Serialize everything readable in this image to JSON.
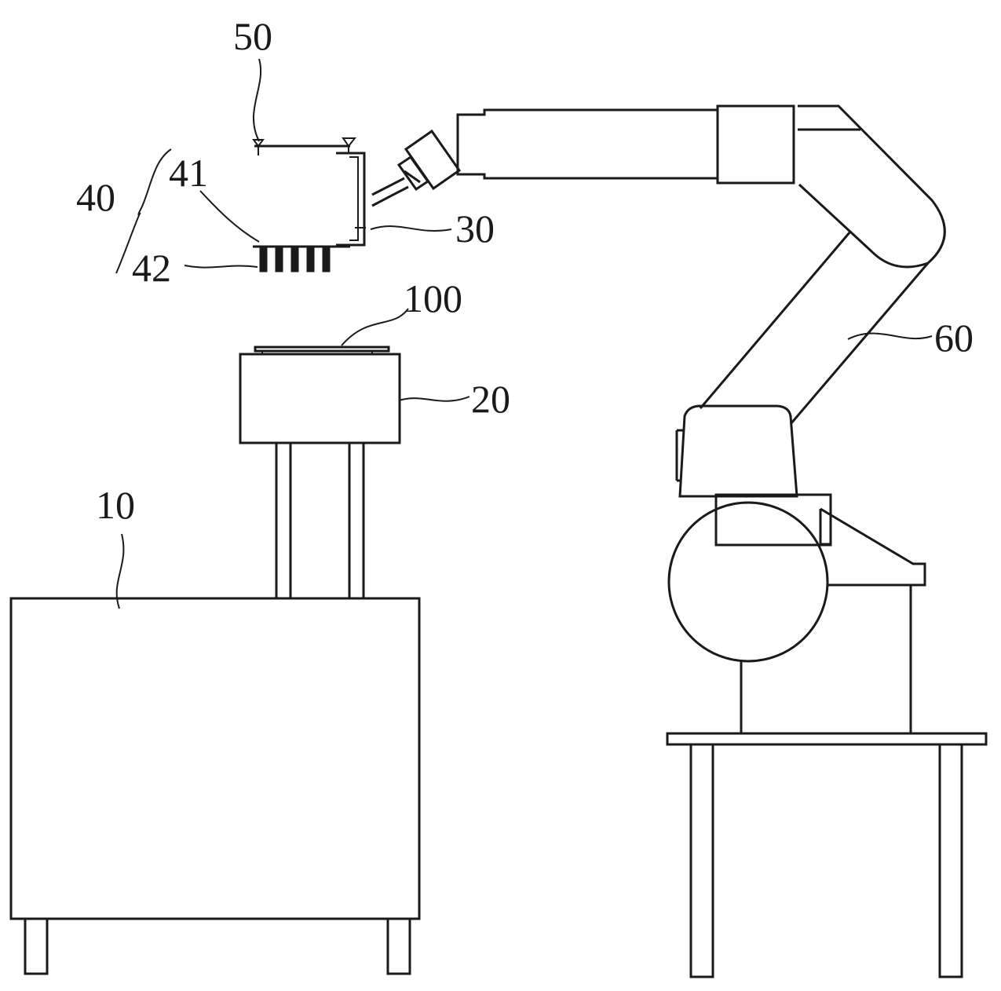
{
  "labels": {
    "workbench": "10",
    "support_box": "20",
    "mount_bracket": "30",
    "dispensing_assembly": "40",
    "nozzle_bar": "41",
    "nozzles": "42",
    "sensor": "50",
    "robot_arm": "60",
    "workpiece": "100"
  },
  "colors": {
    "line": "#1a1a1a",
    "background": "#ffffff"
  }
}
